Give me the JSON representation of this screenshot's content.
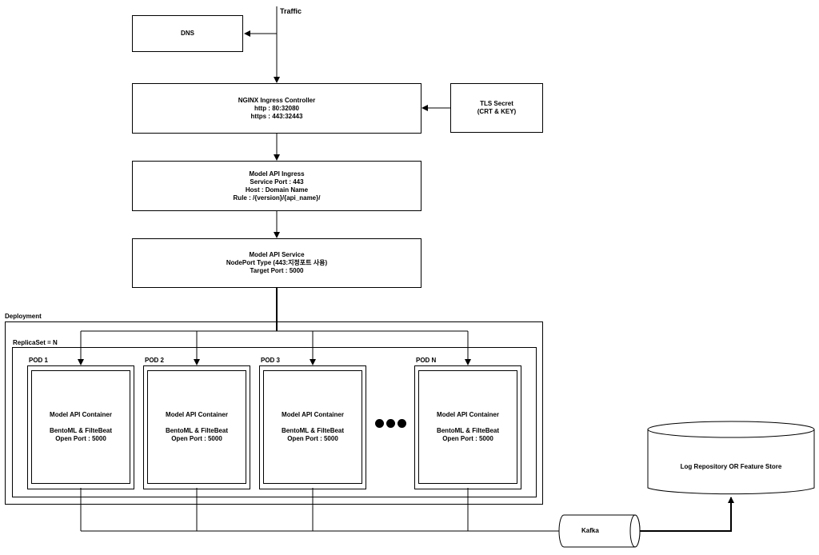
{
  "traffic": {
    "label": "Traffic"
  },
  "dns": {
    "label": "DNS"
  },
  "nginx": {
    "lines": [
      "NGINX Ingress Controller",
      "http : 80:32080",
      "https : 443:32443"
    ]
  },
  "tls": {
    "lines": [
      "TLS Secret",
      "(CRT & KEY)"
    ]
  },
  "ingress": {
    "lines": [
      "Model API Ingress",
      "Service Port : 443",
      "Host : Domain Name",
      "Rule : /{version}/{api_name}/"
    ]
  },
  "service": {
    "lines": [
      "Model API Service",
      "NodePort Type (443:지정포트 사용)",
      "Target Port : 5000"
    ]
  },
  "deployment": {
    "label": "Deployment"
  },
  "replicaset": {
    "label": "ReplicaSet = N"
  },
  "pods": [
    {
      "label": "POD 1",
      "container": [
        "Model API Container",
        "BentoML & FilteBeat",
        "Open Port : 5000"
      ]
    },
    {
      "label": "POD 2",
      "container": [
        "Model API Container",
        "BentoML & FilteBeat",
        "Open Port : 5000"
      ]
    },
    {
      "label": "POD 3",
      "container": [
        "Model API Container",
        "BentoML & FilteBeat",
        "Open Port : 5000"
      ]
    },
    {
      "label": "POD N",
      "container": [
        "Model API Container",
        "BentoML & FilteBeat",
        "Open Port : 5000"
      ]
    }
  ],
  "kafka": {
    "label": "Kafka"
  },
  "log_store": {
    "label": "Log Repository OR Feature Store"
  }
}
